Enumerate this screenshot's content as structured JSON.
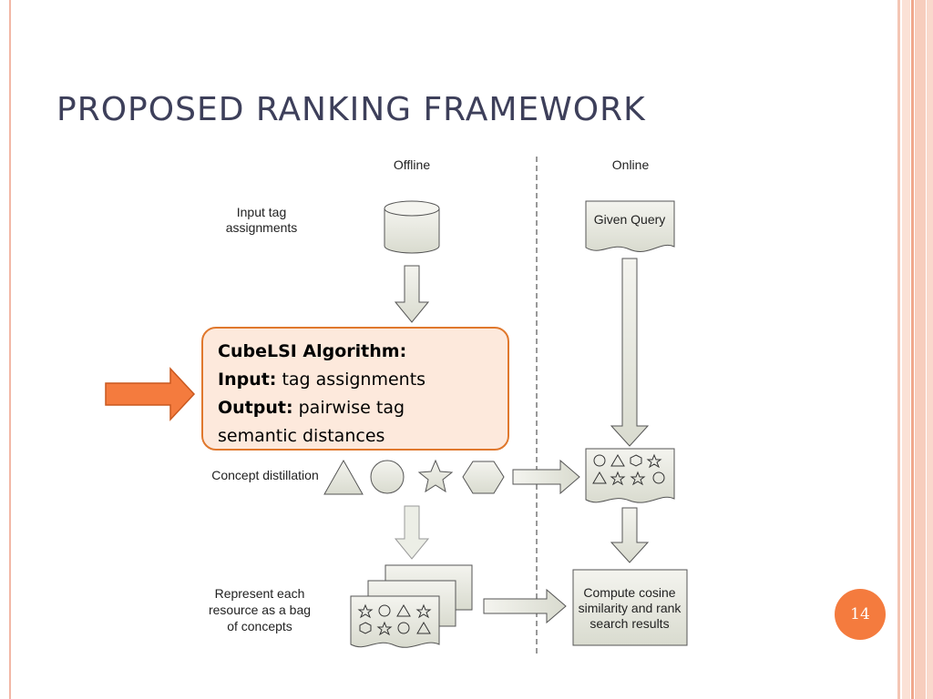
{
  "slide": {
    "title": "PROPOSED RANKING FRAMEWORK",
    "page_number": "14"
  },
  "diagram": {
    "offline_header": "Offline",
    "online_header": "Online",
    "input_label": [
      "Input tag",
      "assignments"
    ],
    "concept_label": "Concept distillation",
    "represent_label": [
      "Represent each",
      "resource as a bag",
      "of concepts"
    ],
    "query_label": "Given Query",
    "compute_label": [
      "Compute cosine",
      "similarity and rank",
      "search results"
    ]
  },
  "callout": {
    "title": "CubeLSI Algorithm:",
    "input_key": "Input:",
    "input_value": "tag assignments",
    "output_key": "Output:",
    "output_value": "pairwise tag",
    "output_value_cont": "semantic distances"
  },
  "colors": {
    "accent": "#f47b3e",
    "callout_border": "#e0782d",
    "callout_fill": "#fde9dc",
    "title": "#3d3f5a"
  }
}
